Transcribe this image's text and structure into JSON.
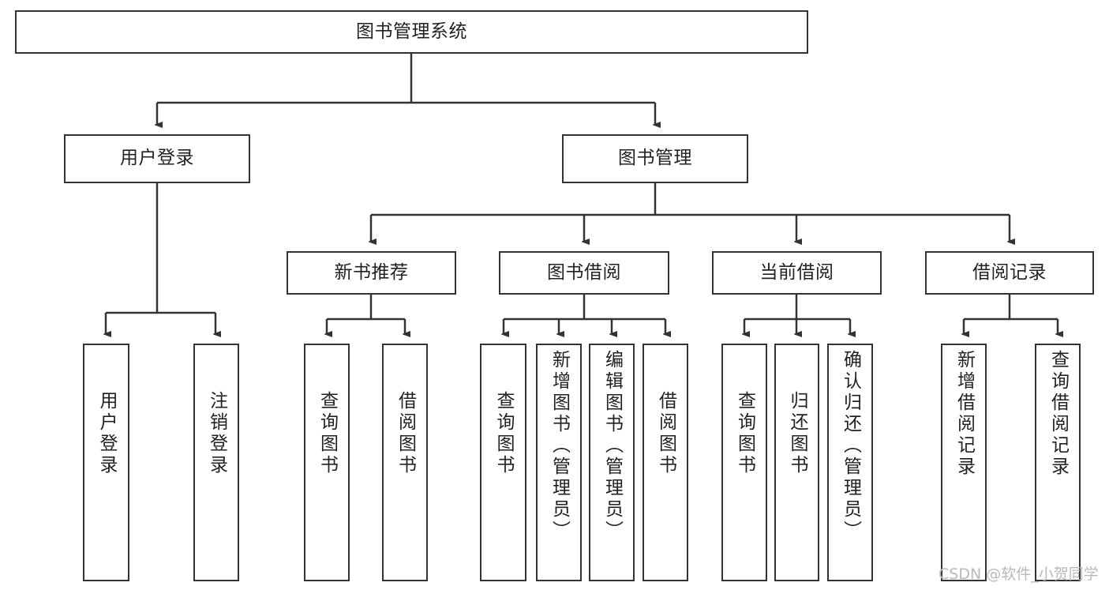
{
  "diagram": {
    "title": "图书管理系统",
    "type": "tree",
    "root": {
      "id": "root",
      "label": "图书管理系统"
    },
    "level2": [
      {
        "id": "user-login",
        "label": "用户登录"
      },
      {
        "id": "book-manage",
        "label": "图书管理"
      }
    ],
    "level3": [
      {
        "id": "new-book-recommend",
        "label": "新书推荐"
      },
      {
        "id": "book-borrow",
        "label": "图书借阅"
      },
      {
        "id": "current-borrow",
        "label": "当前借阅"
      },
      {
        "id": "borrow-record",
        "label": "借阅记录"
      }
    ],
    "leaves": {
      "user_login": [
        {
          "id": "leaf-user-login",
          "label": "用户登录"
        },
        {
          "id": "leaf-user-logout",
          "label": "注销登录"
        }
      ],
      "new_book_recommend": [
        {
          "id": "leaf-query-book-1",
          "label": "查询图书"
        },
        {
          "id": "leaf-borrow-book-1",
          "label": "借阅图书"
        }
      ],
      "book_borrow": [
        {
          "id": "leaf-query-book-2",
          "label": "查询图书"
        },
        {
          "id": "leaf-add-book",
          "label": "新增图书（管理员）"
        },
        {
          "id": "leaf-edit-book",
          "label": "编辑图书（管理员）"
        },
        {
          "id": "leaf-borrow-book-2",
          "label": "借阅图书"
        }
      ],
      "current_borrow": [
        {
          "id": "leaf-query-book-3",
          "label": "查询图书"
        },
        {
          "id": "leaf-return-book",
          "label": "归还图书"
        },
        {
          "id": "leaf-confirm-return",
          "label": "确认归还（管理员）"
        }
      ],
      "borrow_record": [
        {
          "id": "leaf-add-record",
          "label": "新增借阅记录"
        },
        {
          "id": "leaf-query-record",
          "label": "查询借阅记录"
        }
      ]
    }
  },
  "watermark": {
    "text": "CSDN @软件_小贺同学"
  },
  "colors": {
    "box_border": "#333333",
    "box_fill": "#ffffff",
    "text": "#222222",
    "connector": "#333333",
    "watermark": "#b9b9b9",
    "background": "#ffffff"
  }
}
